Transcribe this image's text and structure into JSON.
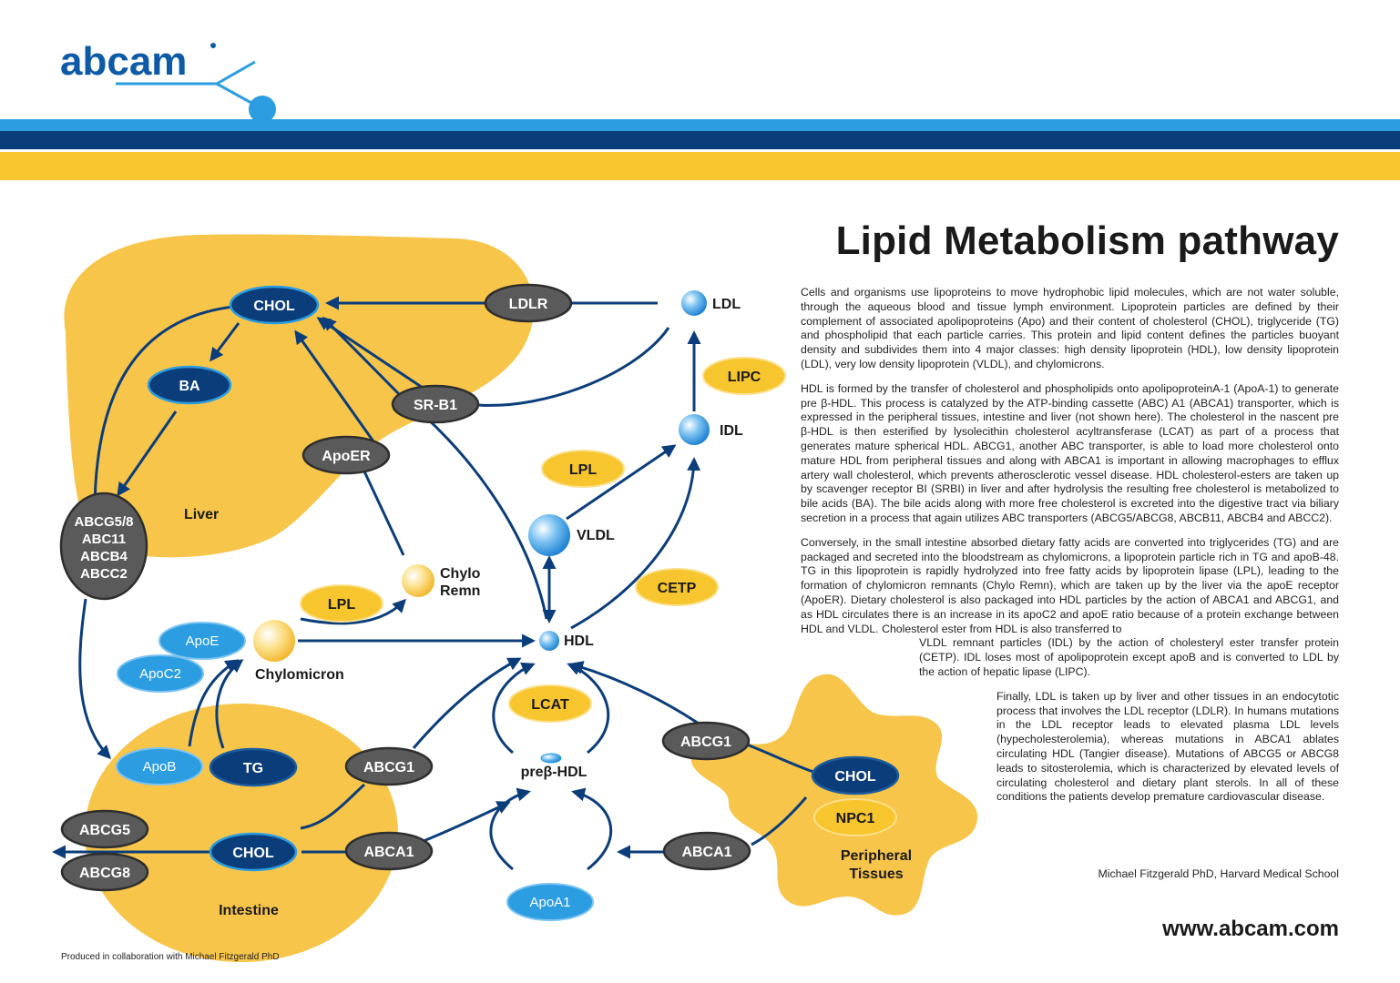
{
  "brand": {
    "logo_text": "abcam",
    "colors": {
      "navy": "#0b3d7a",
      "mid_blue": "#0d5aa7",
      "light_blue": "#2b9de0",
      "gold": "#f7c52e",
      "tissue": "#f7c54a",
      "gray": "#5a5a5a"
    }
  },
  "title": "Lipid Metabolism pathway",
  "regions": {
    "liver": "Liver",
    "intestine": "Intestine",
    "peripheral_1": "Peripheral",
    "peripheral_2": "Tissues"
  },
  "nodes": {
    "chol_liver": "CHOL",
    "ldlr": "LDLR",
    "ldl": "LDL",
    "lipc": "LIPC",
    "ba": "BA",
    "sr_b1": "SR-B1",
    "idl": "IDL",
    "apoer": "ApoER",
    "lpl_top": "LPL",
    "vldl": "VLDL",
    "abcg58_1": "ABCG5/8",
    "abcg58_2": "ABC11",
    "abcg58_3": "ABCB4",
    "abcg58_4": "ABCC2",
    "chylo_remn_1": "Chylo",
    "chylo_remn_2": "Remn",
    "cetp": "CETP",
    "lpl_mid": "LPL",
    "apoe": "ApoE",
    "apoc2": "ApoC2",
    "chylomicron": "Chylomicron",
    "hdl": "HDL",
    "lcat": "LCAT",
    "abcg1_right": "ABCG1",
    "chol_periph": "CHOL",
    "npc1": "NPC1",
    "prebeta_hdl": "preβ-HDL",
    "apob": "ApoB",
    "tg": "TG",
    "abcg1_left": "ABCG1",
    "abcg5": "ABCG5",
    "abcg8": "ABCG8",
    "chol_int": "CHOL",
    "abca1_left": "ABCA1",
    "abca1_right": "ABCA1",
    "apoa1": "ApoA1"
  },
  "description": [
    "Cells and organisms use lipoproteins to move hydrophobic lipid molecules, which are not water soluble, through the aqueous blood and tissue lymph environment. Lipoprotein particles are defined by their complement of associated apolipoproteins (Apo) and their content of cholesterol (CHOL), triglyceride (TG) and phospholipid that each particle carries. This protein and lipid content defines the particles buoyant density and subdivides them into 4 major classes: high density lipoprotein (HDL), low density lipoprotein (LDL), very low density lipoprotein (VLDL), and chylomicrons.",
    "HDL is formed by the transfer of cholesterol and phospholipids onto apolipoproteinA-1 (ApoA-1) to generate pre β-HDL. This process is catalyzed by the ATP-binding cassette (ABC) A1 (ABCA1) transporter, which is expressed in the peripheral tissues, intestine and liver (not shown here). The cholesterol in the nascent pre β-HDL is then esterified by lysolecithin cholesterol acyltransferase (LCAT) as part of a process that generates mature spherical HDL. ABCG1, another ABC transporter, is able to load more cholesterol onto mature HDL from peripheral tissues and along with ABCA1 is important in allowing macrophages to efflux artery wall cholesterol, which prevents atherosclerotic vessel disease. HDL cholesterol-esters are taken up by scavenger receptor BI (SRBI) in liver and after hydrolysis the resulting free cholesterol is metabolized to bile acids (BA). The bile acids along with more free cholesterol is excreted into the digestive tract via biliary secretion in a process that again utilizes ABC transporters (ABCG5/ABCG8, ABCB11, ABCB4 and ABCC2).",
    "Conversely, in the small intestine absorbed dietary fatty acids are converted into triglycerides (TG) and are packaged and secreted into the bloodstream as chylomicrons, a lipoprotein particle rich in TG and apoB-48. TG in this lipoprotein is rapidly hydrolyzed into free fatty acids by lipoprotein lipase (LPL), leading to the formation of chylomicron remnants (Chylo Remn), which are taken up by the liver via the apoE receptor (ApoER). Dietary cholesterol is also packaged into HDL particles by the action of ABCA1 and ABCG1, and as HDL circulates there is an increase in its apoC2 and apoE ratio because of a protein exchange between HDL and VLDL. Cholesterol ester from HDL is also transferred to",
    "VLDL remnant particles (IDL) by the action of cholesteryl ester transfer protein (CETP). IDL loses most of apolipoprotein except apoB and is converted to LDL by the action of hepatic lipase (LIPC).",
    "Finally, LDL is taken up by liver and other tissues in an endocytotic process that involves the LDL receptor (LDLR). In humans mutations in the LDL receptor leads to elevated plasma LDL levels (hypecholesterolemia), whereas mutations in ABCA1 ablates circulating HDL (Tangier disease). Mutations of ABCG5 or ABCG8 leads to sitosterolemia, which is characterized by elevated levels of circulating cholesterol and dietary plant sterols. In all of these conditions the patients develop premature cardiovascular disease."
  ],
  "author": "Michael Fitzgerald PhD, Harvard Medical School",
  "website": "www.abcam.com",
  "footer": "Produced in collaboration with Michael Fitzgerald PhD"
}
